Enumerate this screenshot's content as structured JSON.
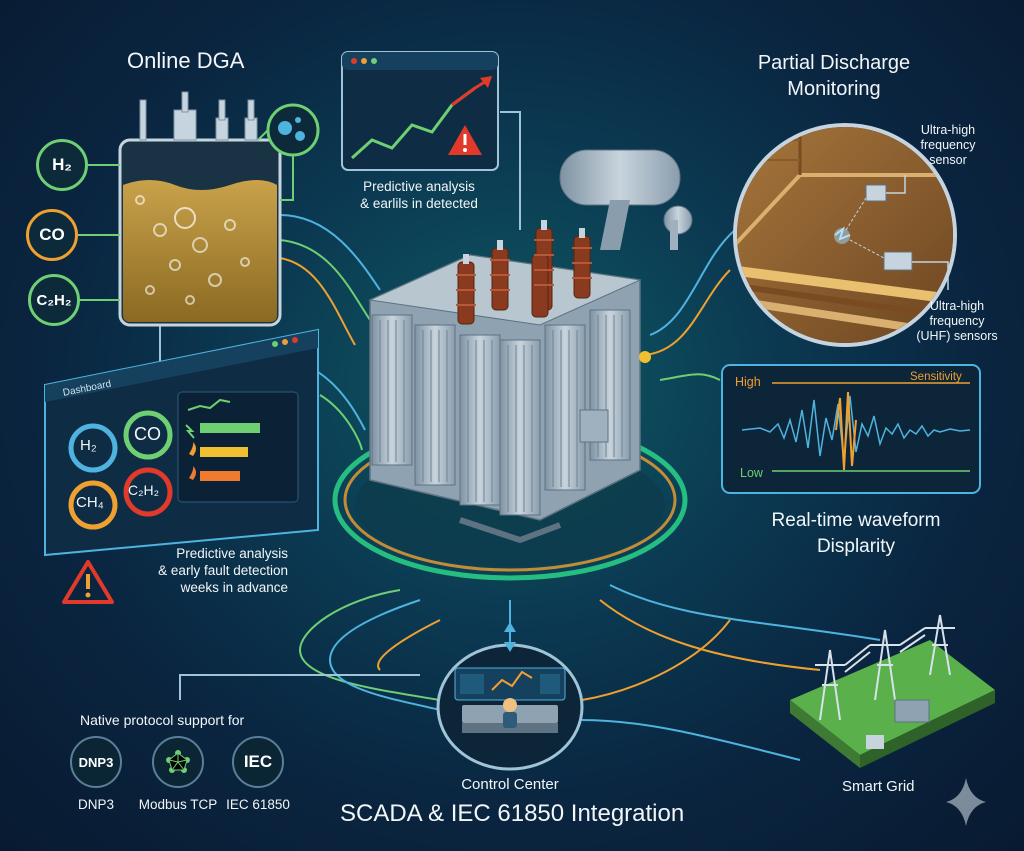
{
  "dga": {
    "title": "Online DGA",
    "gases": [
      "H₂",
      "CO",
      "C₂H₂"
    ]
  },
  "dashboard": {
    "label": "Dashboard",
    "gauges": [
      "H₂",
      "CO",
      "CH₄",
      "C₂H₂"
    ],
    "warning_text": "Predictive analysis\n& early fault detection\nweeks in advance"
  },
  "top_panel": {
    "caption": "Predictive analysis\n& earlils in detected"
  },
  "partial_discharge": {
    "title": "Partial Discharge\nMonitoring",
    "sensor_label_1": "Ultra-high\nfrequency\nsensor",
    "sensor_label_2": "Ultra-high\nfrequency\n(UHF) sensors"
  },
  "waveform": {
    "high_label": "High",
    "low_label": "Low",
    "sensitivity_label": "Sensitivity",
    "caption": "Real-time waveform\nDisplarity"
  },
  "protocols": {
    "heading": "Native protocol support for",
    "items": [
      {
        "badge": "DNP3",
        "label": "DNP3"
      },
      {
        "badge": "",
        "label": "Modbus TCP"
      },
      {
        "badge": "IEC",
        "label": "IEC 61850"
      }
    ]
  },
  "control_center": {
    "label": "Control Center"
  },
  "scada": {
    "title": "SCADA & IEC 61850 Integration"
  },
  "smart_grid": {
    "label": "Smart Grid"
  },
  "colors": {
    "accent_green": "#6fcf73",
    "accent_orange": "#f0a030",
    "accent_blue": "#4fb3e0",
    "warning_red": "#e23a2a"
  }
}
